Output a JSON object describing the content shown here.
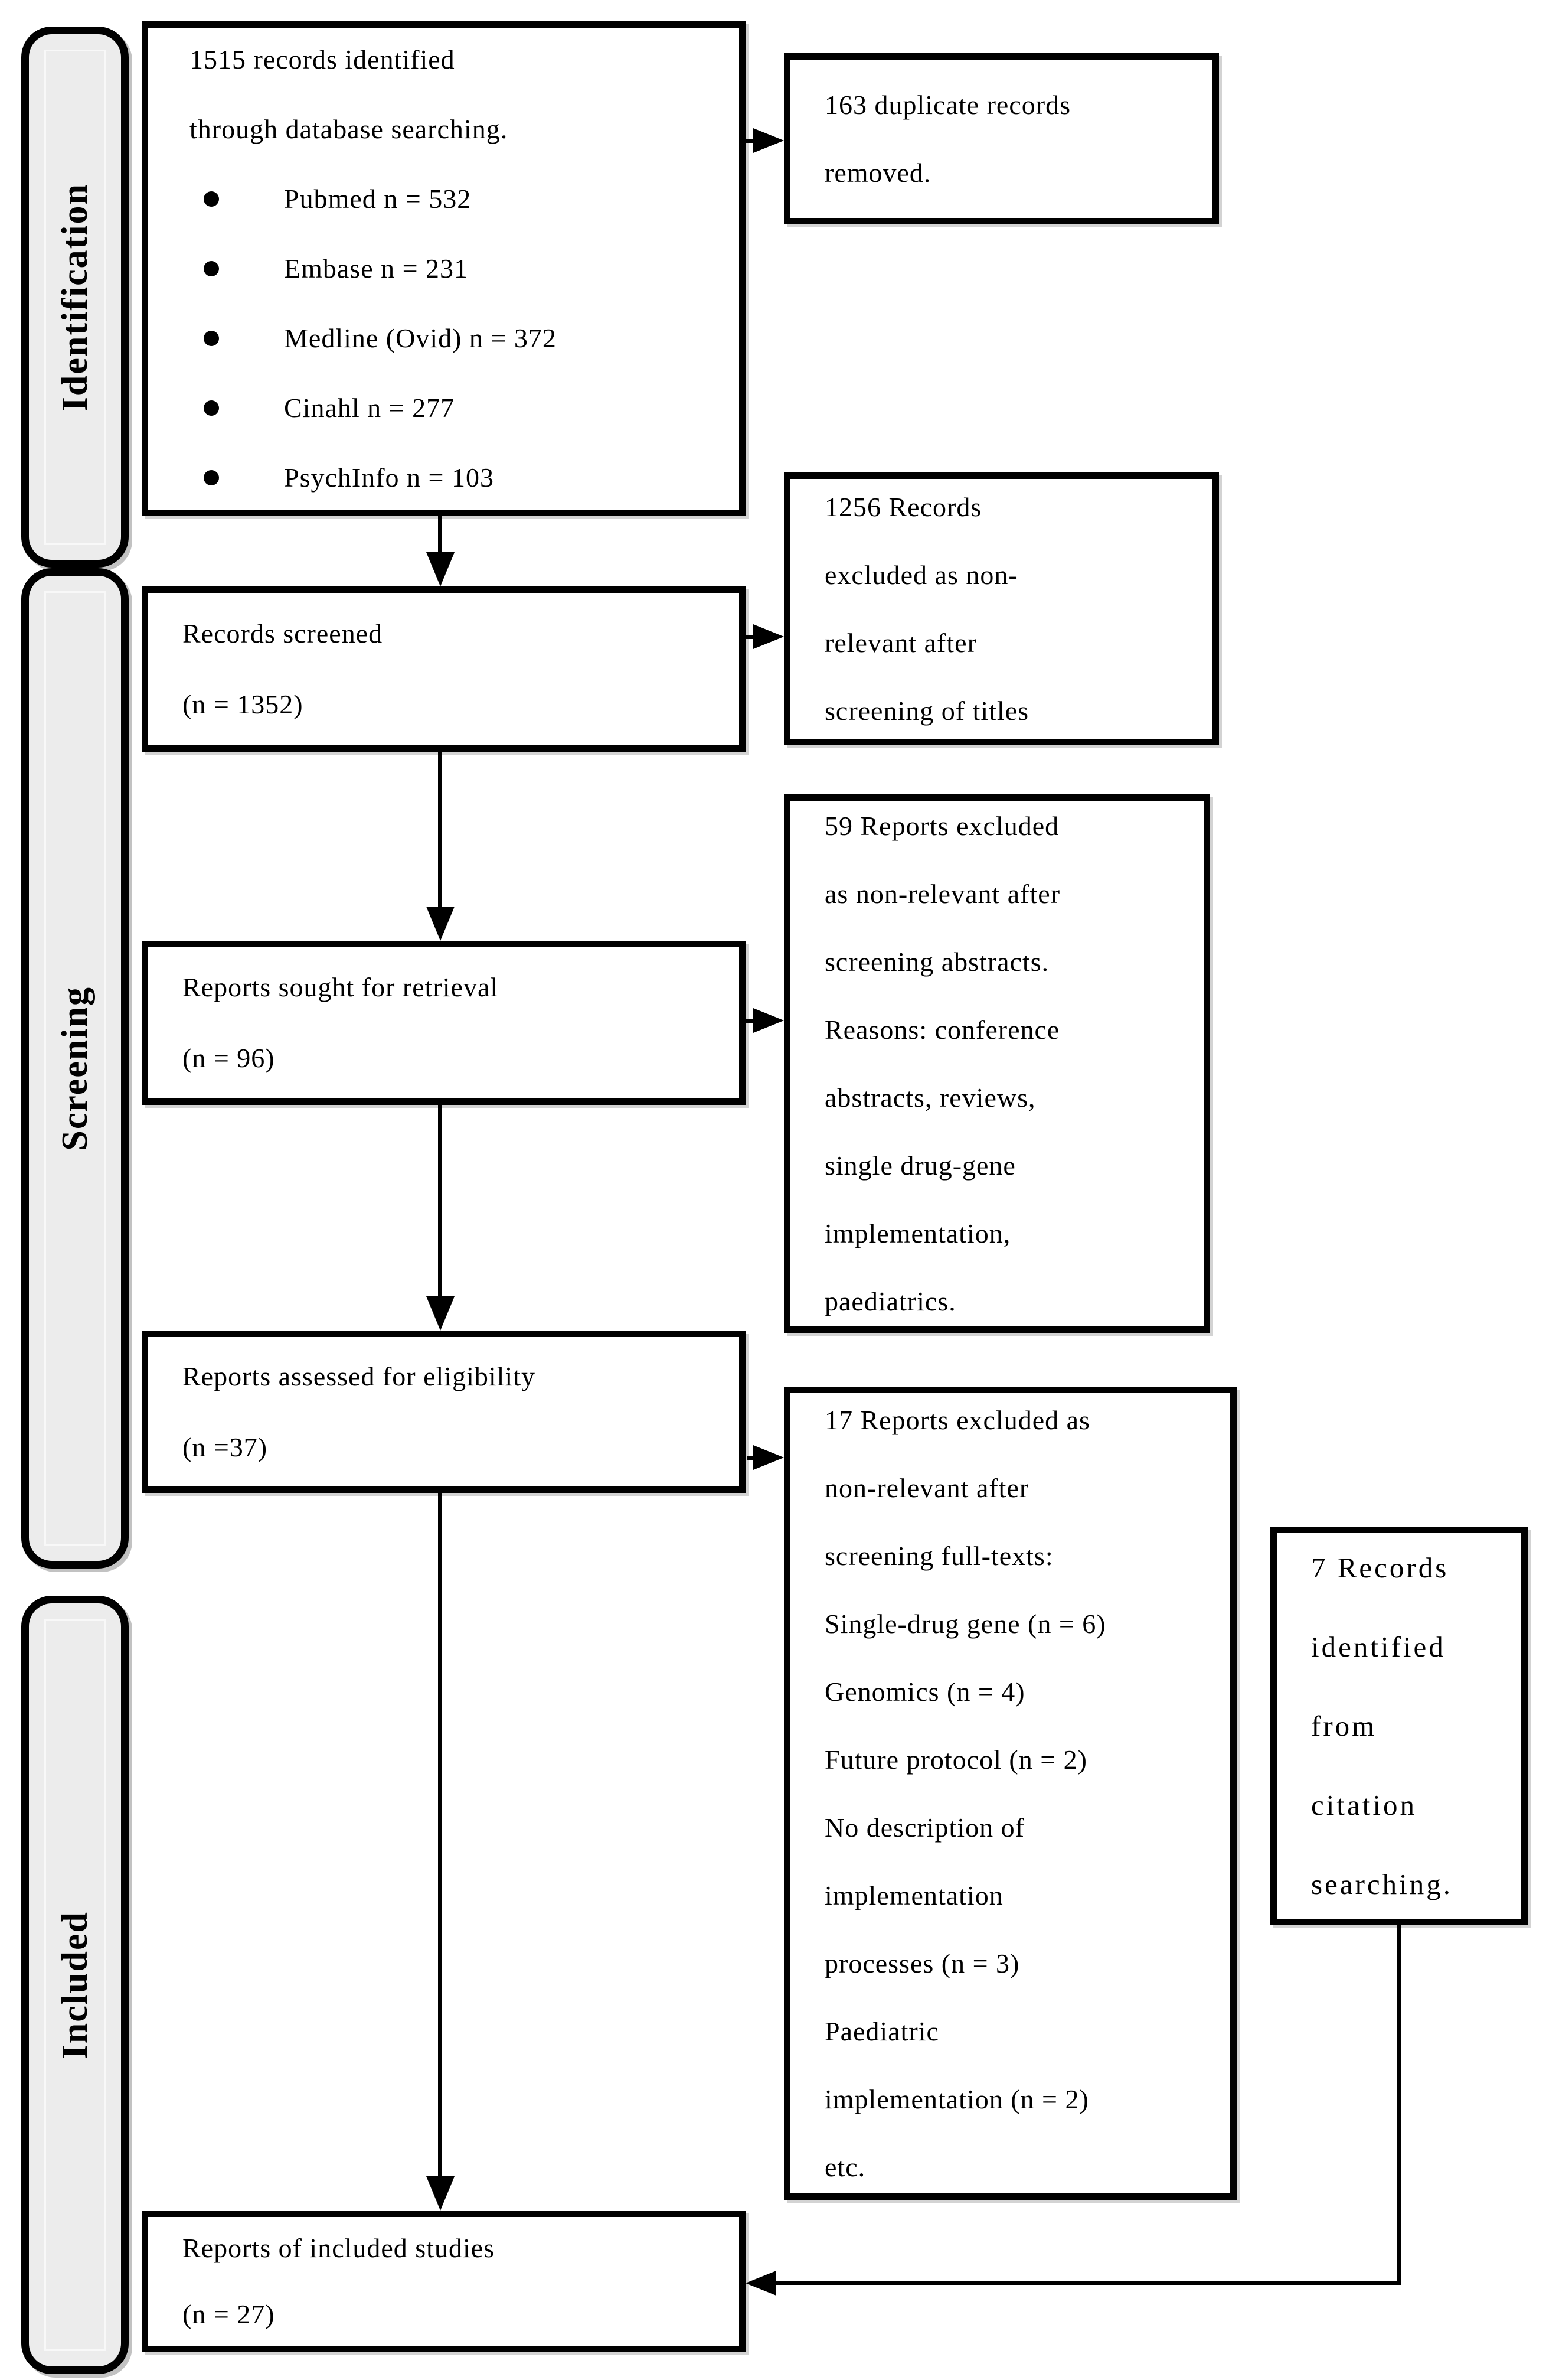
{
  "colors": {
    "background": "#ffffff",
    "box_border": "#000000",
    "box_fill": "#ffffff",
    "stage_fill": "#ececec",
    "text": "#000000"
  },
  "stages": {
    "identification": "Identification",
    "screening": "Screening",
    "included": "Included"
  },
  "flow": {
    "identified": {
      "line1": "1515 records identified",
      "line2": "through database searching.",
      "sources": [
        "Pubmed n = 532",
        "Embase n = 231",
        "Medline (Ovid) n = 372",
        "Cinahl n = 277",
        "PsychInfo n = 103"
      ]
    },
    "screened": {
      "line1": "Records screened",
      "line2": "(n = 1352)"
    },
    "sought": {
      "line1": "Reports sought for retrieval",
      "line2": "(n = 96)"
    },
    "assessed": {
      "line1": "Reports assessed for eligibility",
      "line2": "(n =37)"
    },
    "included": {
      "line1": "Reports of included studies",
      "line2": "(n = 27)"
    }
  },
  "exclusions": {
    "duplicates": {
      "lines": [
        "163 duplicate records",
        "removed."
      ]
    },
    "titles": {
      "lines": [
        "1256 Records",
        "excluded as non-",
        "relevant after",
        "screening of titles"
      ]
    },
    "abstracts": {
      "lines": [
        "59 Reports excluded",
        "as non-relevant after",
        "screening abstracts.",
        "Reasons: conference",
        "abstracts, reviews,",
        "single drug-gene",
        "implementation,",
        "paediatrics."
      ]
    },
    "fulltexts": {
      "lines": [
        "17 Reports excluded as",
        "non-relevant after",
        "screening full-texts:",
        "Single-drug gene (n = 6)",
        "Genomics (n = 4)",
        "Future protocol (n = 2)",
        "No description of",
        "implementation",
        "processes (n = 3)",
        "Paediatric",
        "implementation (n = 2)",
        "etc."
      ]
    },
    "citation": {
      "lines": [
        "7 Records",
        "identified",
        "from",
        "citation",
        "searching."
      ]
    }
  }
}
